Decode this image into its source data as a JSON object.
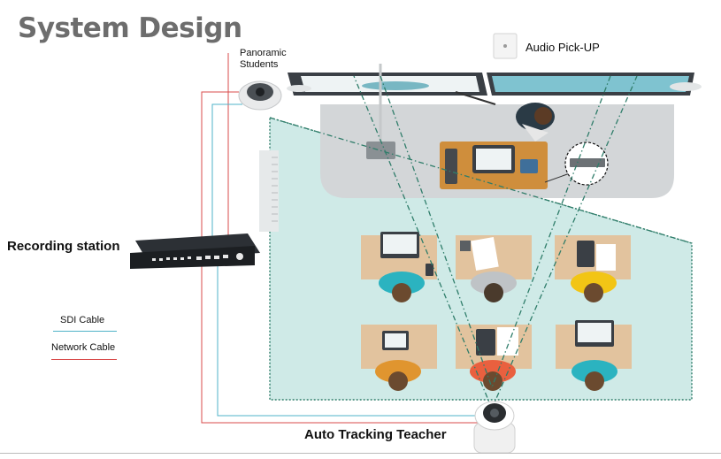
{
  "title": "System Design",
  "labels": {
    "panoramic": "Panoramic\nStudents",
    "audio": "Audio Pick-UP",
    "recording": "Recording station",
    "tracking": "Auto Tracking Teacher"
  },
  "legend": [
    {
      "text": "SDI Cable",
      "color": "#4fb3c8"
    },
    {
      "text": "Network Cable",
      "color": "#d94b4b"
    }
  ],
  "colors": {
    "room": "#bfe3df",
    "stage": "#d3d6d8",
    "desk": "#e2c39e",
    "screen": "#3a3f45",
    "dashed": "#2f7d6a",
    "sdi": "#4fb3c8",
    "network": "#d94b4b"
  },
  "students": [
    {
      "shirt": "#2bb3c0"
    },
    {
      "shirt": "#bfc3c6"
    },
    {
      "shirt": "#f2c515"
    },
    {
      "shirt": "#e0952f"
    },
    {
      "shirt": "#e9603f"
    },
    {
      "shirt": "#2bb3c0"
    }
  ]
}
